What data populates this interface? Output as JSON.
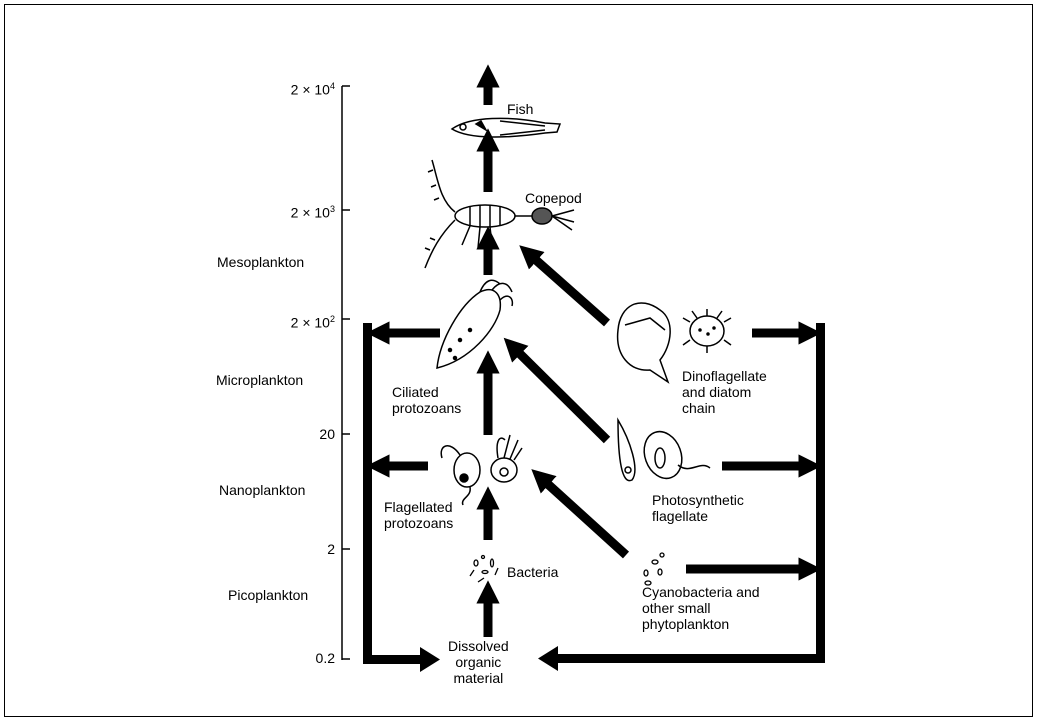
{
  "axis": {
    "ticks": [
      {
        "base": "2 × 10",
        "exp": "4"
      },
      {
        "base": "2 × 10",
        "exp": "3"
      },
      {
        "base": "2 × 10",
        "exp": "2"
      },
      {
        "base": "20",
        "exp": ""
      },
      {
        "base": "2",
        "exp": ""
      },
      {
        "base": "0.2",
        "exp": ""
      }
    ],
    "size_classes": [
      "Mesoplankton",
      "Microplankton",
      "Nanoplankton",
      "Picoplankton"
    ]
  },
  "organisms": {
    "fish": "Fish",
    "copepod": "Copepod",
    "ciliated": "Ciliated\nprotozoans",
    "flagellated": "Flagellated\nprotozoans",
    "bacteria": "Bacteria",
    "dissolved": "Dissolved\norganic\nmaterial",
    "dinoflagellate": "Dinoflagellate\nand diatom\nchain",
    "photosynthetic": "Photosynthetic\nflagellate",
    "cyanobacteria": "Cyanobacteria and\nother small\nphytoplankton"
  }
}
